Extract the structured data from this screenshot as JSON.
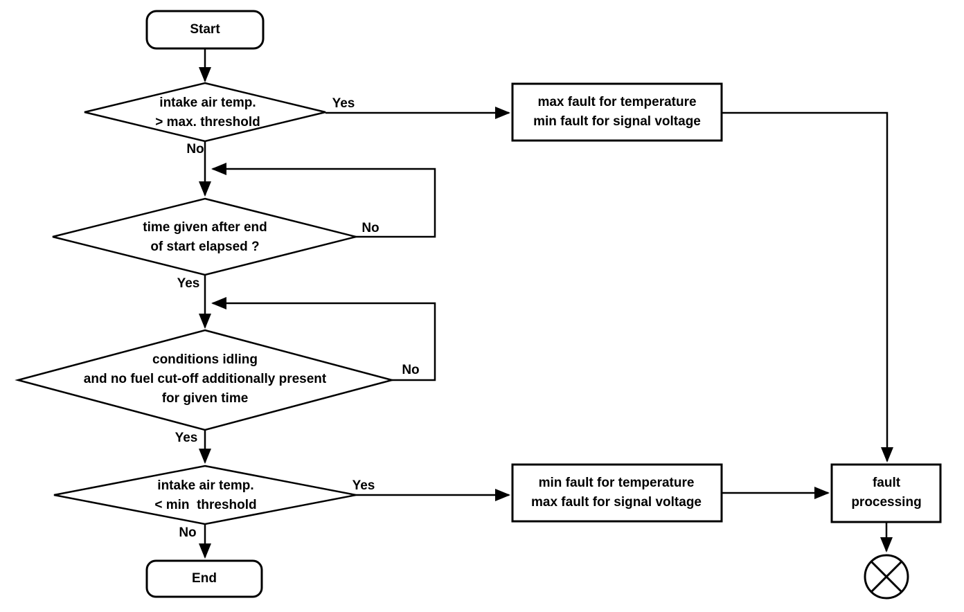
{
  "canvas": {
    "background": "#ffffff",
    "line_color": "#000000",
    "text_color": "#000000"
  },
  "nodes": {
    "start": {
      "label": "Start"
    },
    "decision_max_temp": {
      "label": "intake air temp.\n> max. threshold"
    },
    "process_max_fault": {
      "label": "max fault for temperature\nmin fault for signal voltage"
    },
    "decision_time_elapsed": {
      "label": "time given after end\nof start elapsed ?"
    },
    "decision_idling": {
      "label": "conditions idling\nand no fuel cut-off additionally present\nfor given time"
    },
    "decision_min_temp": {
      "label": "intake air temp.\n< min  threshold"
    },
    "process_min_fault": {
      "label": "min fault for temperature\nmax fault for signal voltage"
    },
    "fault_processing": {
      "label": "fault\nprocessing"
    },
    "end": {
      "label": "End"
    }
  },
  "edges": {
    "max_temp_yes": "Yes",
    "max_temp_no": "No",
    "time_elapsed_no": "No",
    "time_elapsed_yes": "Yes",
    "idling_no": "No",
    "idling_yes": "Yes",
    "min_temp_yes": "Yes",
    "min_temp_no": "No"
  }
}
